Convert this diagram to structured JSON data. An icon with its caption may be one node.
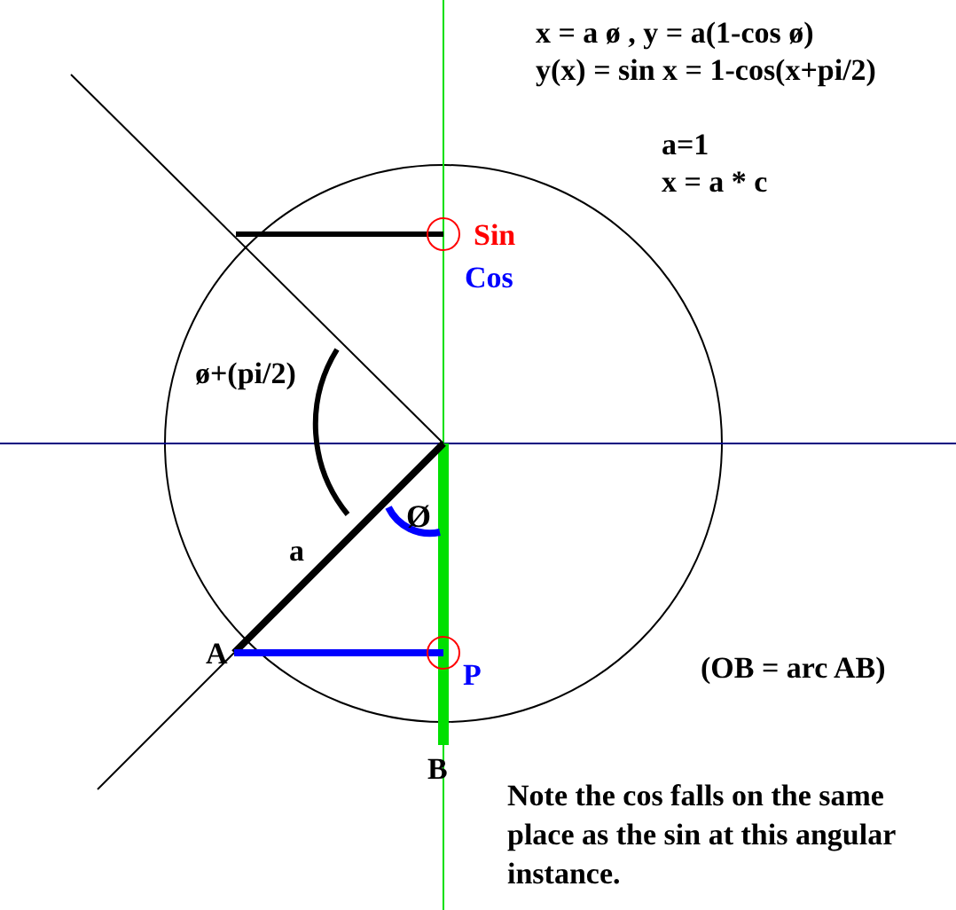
{
  "diagram": {
    "labels": [
      "x = a ø , y = a(1-cos ø)",
      "y(x) = sin x = 1-cos(x+pi/2)",
      "a=1",
      "x = a * c",
      "Sin",
      "Cos",
      "ø+(pi/2)",
      "a",
      "Ø",
      "A",
      "P",
      "(OB = arc AB)",
      "B",
      "Note the cos falls on the same place as the sin at this angular instance."
    ]
  }
}
